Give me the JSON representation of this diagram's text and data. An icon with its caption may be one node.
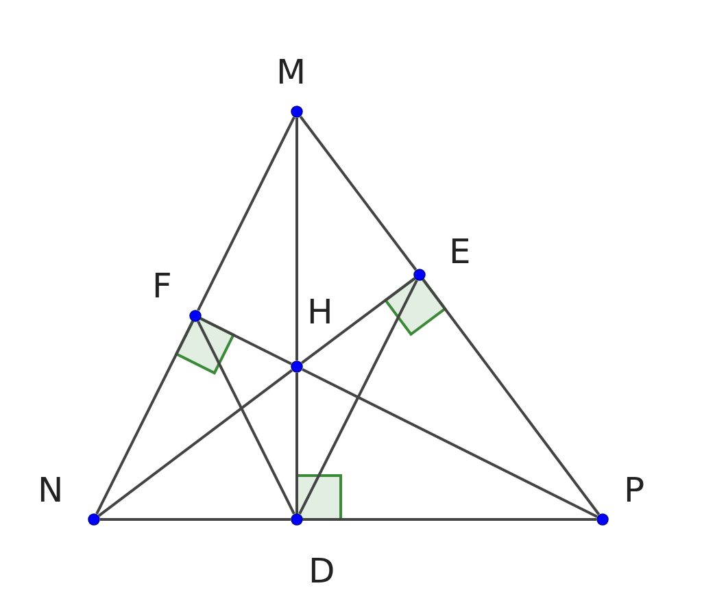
{
  "diagram": {
    "nodes": [
      {
        "text": [],
        "shape": "circle",
        "beside": [
          "M"
        ]
      },
      {
        "text": [],
        "shape": "circle",
        "beside": [
          "F"
        ]
      },
      {
        "text": [],
        "shape": "circle",
        "beside": [
          "E"
        ]
      },
      {
        "text": [],
        "shape": "circle",
        "beside": [
          "H"
        ]
      },
      {
        "text": [],
        "shape": "circle",
        "beside": [
          "N"
        ]
      },
      {
        "text": [],
        "shape": "circle",
        "beside": [
          "D"
        ]
      },
      {
        "text": [],
        "shape": "circle",
        "beside": [
          "P"
        ]
      }
    ],
    "edges": [
      {
        "from": 0,
        "to": 1,
        "arrow": "none"
      },
      {
        "from": 1,
        "to": 4,
        "arrow": "none"
      },
      {
        "from": 0,
        "to": 2,
        "arrow": "none"
      },
      {
        "from": 2,
        "to": 6,
        "arrow": "none"
      },
      {
        "from": 4,
        "to": 5,
        "arrow": "none"
      },
      {
        "from": 5,
        "to": 6,
        "arrow": "none"
      },
      {
        "from": 0,
        "to": 3,
        "arrow": "none"
      },
      {
        "from": 3,
        "to": 5,
        "arrow": "none"
      },
      {
        "from": 4,
        "to": 3,
        "arrow": "none"
      },
      {
        "from": 3,
        "to": 2,
        "arrow": "none"
      },
      {
        "from": 6,
        "to": 3,
        "arrow": "none"
      },
      {
        "from": 3,
        "to": 1,
        "arrow": "none"
      },
      {
        "from": 1,
        "to": 5,
        "arrow": "none"
      },
      {
        "from": 2,
        "to": 5,
        "arrow": "none"
      }
    ]
  }
}
